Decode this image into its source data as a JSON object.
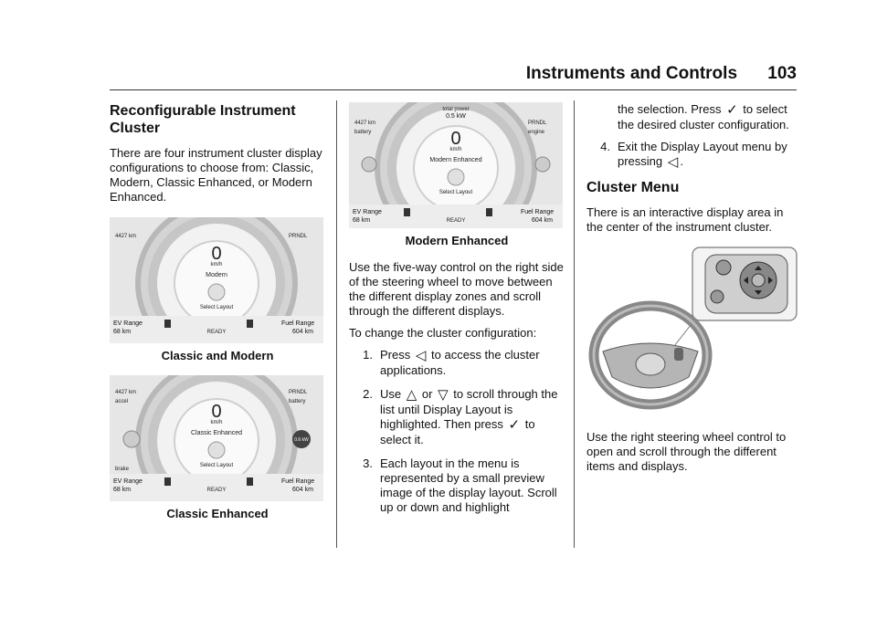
{
  "header": {
    "chapter": "Instruments and Controls",
    "page": "103"
  },
  "col1": {
    "heading": "Reconfigurable Instrument Cluster",
    "intro": "There are four instrument cluster display configurations to choose from: Classic, Modern, Classic Enhanced, or Modern Enhanced.",
    "fig1": {
      "caption": "Classic and Modern",
      "odometer": "4427 km",
      "prndl": "PRNDL",
      "speed": "0",
      "unit": "km/h",
      "mode": "Modern",
      "select": "Select Layout",
      "ev_label": "EV Range",
      "ev_value": "68 km",
      "fuel_label": "Fuel Range",
      "fuel_value": "604 km",
      "ready": "READY"
    },
    "fig2": {
      "caption": "Classic Enhanced",
      "odometer": "4427 km",
      "left_top": "accel",
      "left_bottom": "brake",
      "prndl": "PRNDL",
      "right_top": "battery",
      "gauge_value": "0.6 kW",
      "speed": "0",
      "unit": "km/h",
      "mode": "Classic Enhanced",
      "select": "Select Layout",
      "ev_label": "EV Range",
      "ev_value": "68 km",
      "fuel_label": "Fuel Range",
      "fuel_value": "604 km",
      "ready": "READY"
    }
  },
  "col2": {
    "fig3": {
      "caption": "Modern Enhanced",
      "total_power": "total power",
      "power_value": "0.5 kW",
      "odometer": "4427 km",
      "left_top": "battery",
      "prndl": "PRNDL",
      "right_top": "engine",
      "speed": "0",
      "unit": "km/h",
      "mode": "Modern Enhanced",
      "select": "Select Layout",
      "ev_label": "EV Range",
      "ev_value": "68 km",
      "fuel_label": "Fuel Range",
      "fuel_value": "604 km",
      "ready": "READY"
    },
    "p1": "Use the five-way control on the right side of the steering wheel to move between the different display zones and scroll through the different displays.",
    "p2": "To change the cluster configuration:",
    "steps": [
      {
        "num": "1.",
        "a": "Press",
        "b": "to access the cluster applications."
      },
      {
        "num": "2.",
        "a": "Use",
        "or": "or",
        "b": "to scroll through the list until Display Layout is highlighted. Then press",
        "c": "to select it."
      },
      {
        "num": "3.",
        "a": "Each layout in the menu is represented by a small preview image of the display layout. Scroll up or down and highlight"
      }
    ]
  },
  "col3": {
    "cont": {
      "a": "the selection. Press",
      "b": "to select the desired cluster configuration."
    },
    "step4": {
      "num": "4.",
      "a": "Exit the Display Layout menu by pressing",
      "b": "."
    },
    "heading": "Cluster Menu",
    "p1": "There is an interactive display area in the center of the instrument cluster.",
    "p2": "Use the right steering wheel control to open and scroll through the different items and displays."
  }
}
